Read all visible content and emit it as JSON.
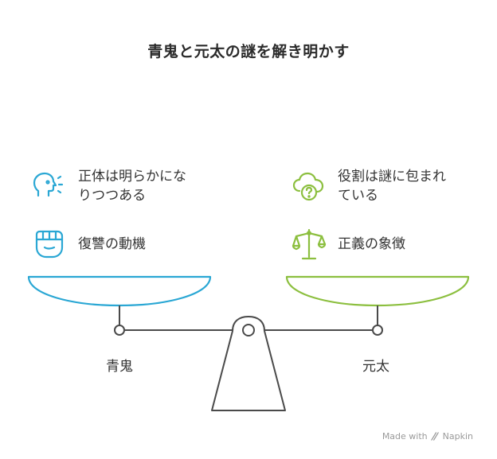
{
  "title": "青鬼と元太の謎を解き明かす",
  "left": {
    "name": "青鬼",
    "color": "#2aa7d4",
    "items": [
      {
        "label": "正体は明らかになりつつある",
        "icon": "head-thinking-icon"
      },
      {
        "label": "復讐の動機",
        "icon": "fist-icon"
      }
    ]
  },
  "right": {
    "name": "元太",
    "color": "#8cbf3f",
    "items": [
      {
        "label": "役割は謎に包まれている",
        "icon": "cloud-question-icon"
      },
      {
        "label": "正義の象徴",
        "icon": "balance-scale-icon"
      }
    ]
  },
  "scale_color": "#4a4a4a",
  "watermark": {
    "text": "Made with",
    "brand": "Napkin",
    "icon": "napkin-logo-icon"
  }
}
